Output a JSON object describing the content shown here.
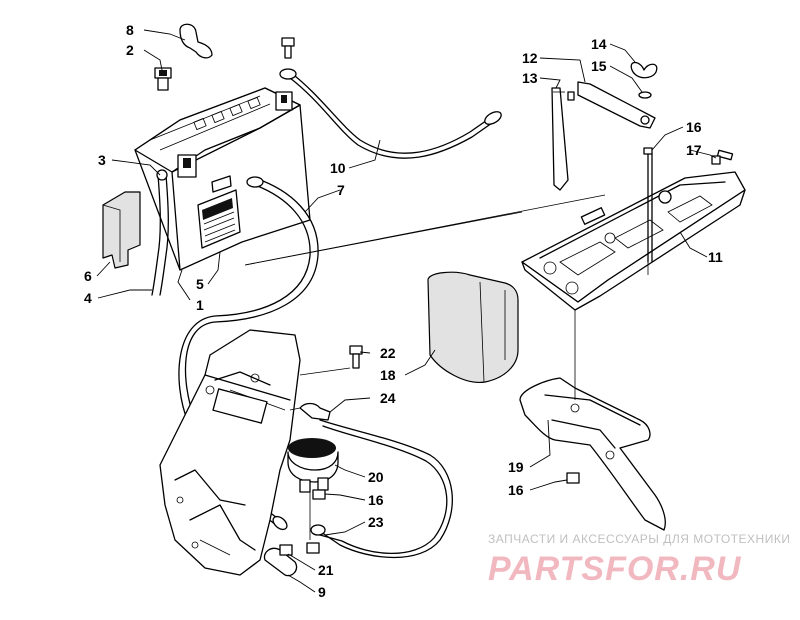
{
  "callouts": {
    "c1": "1",
    "c2": "2",
    "c3": "3",
    "c4": "4",
    "c5": "5",
    "c6": "6",
    "c7": "7",
    "c8": "8",
    "c9": "9",
    "c10": "10",
    "c11": "11",
    "c12": "12",
    "c13": "13",
    "c14": "14",
    "c15": "15",
    "c16a": "16",
    "c16b": "16",
    "c16c": "16",
    "c17": "17",
    "c18": "18",
    "c19": "19",
    "c20": "20",
    "c21": "21",
    "c22": "22",
    "c23": "23",
    "c24": "24"
  },
  "watermark": {
    "tagline": "ЗАПЧАСТИ И АКСЕССУАРЫ ДЛЯ МОТОТЕХНИКИ",
    "logo": "PARTSFOR.RU"
  }
}
